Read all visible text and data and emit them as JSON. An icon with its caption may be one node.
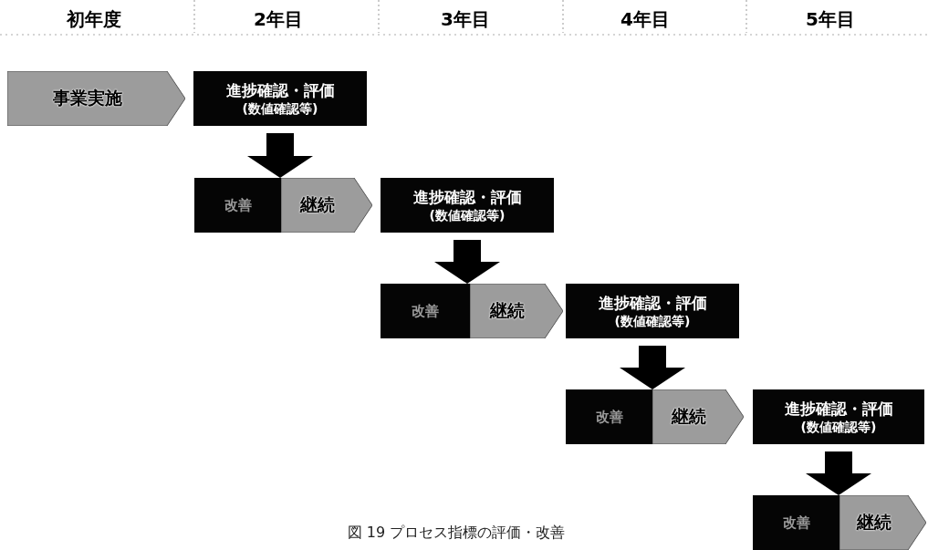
{
  "diagram": {
    "caption": "図 19 プロセス指標の評価・改善",
    "nodes": [
      {
        "text": [
          "事業実施"
        ]
      },
      {
        "text": [
          "進捗確認・評価",
          "(数値確認等)"
        ]
      },
      {
        "text": [
          "改善"
        ]
      },
      {
        "text": [
          "継続"
        ]
      },
      {
        "text": [
          "進捗確認・評価",
          "(数値確認等)"
        ]
      },
      {
        "text": [
          "改善"
        ]
      },
      {
        "text": [
          "継続"
        ]
      },
      {
        "text": [
          "進捗確認・評価",
          "(数値確認等)"
        ]
      },
      {
        "text": [
          "改善"
        ]
      },
      {
        "text": [
          "継続"
        ]
      },
      {
        "text": [
          "進捗確認・評価",
          "(数値確認等)"
        ]
      },
      {
        "text": [
          "改善"
        ]
      },
      {
        "text": [
          "継続"
        ]
      }
    ],
    "edges": [
      {
        "from": 1,
        "to": 2,
        "arrow": "to"
      },
      {
        "from": 1,
        "to": 3,
        "arrow": "to"
      },
      {
        "from": 4,
        "to": 5,
        "arrow": "to"
      },
      {
        "from": 4,
        "to": 6,
        "arrow": "to"
      },
      {
        "from": 7,
        "to": 8,
        "arrow": "to"
      },
      {
        "from": 7,
        "to": 9,
        "arrow": "to"
      },
      {
        "from": 10,
        "to": 11,
        "arrow": "to"
      },
      {
        "from": 10,
        "to": 12,
        "arrow": "to"
      }
    ],
    "labels": [
      "初年度",
      "2年目",
      "3年目",
      "4年目",
      "5年目"
    ]
  }
}
